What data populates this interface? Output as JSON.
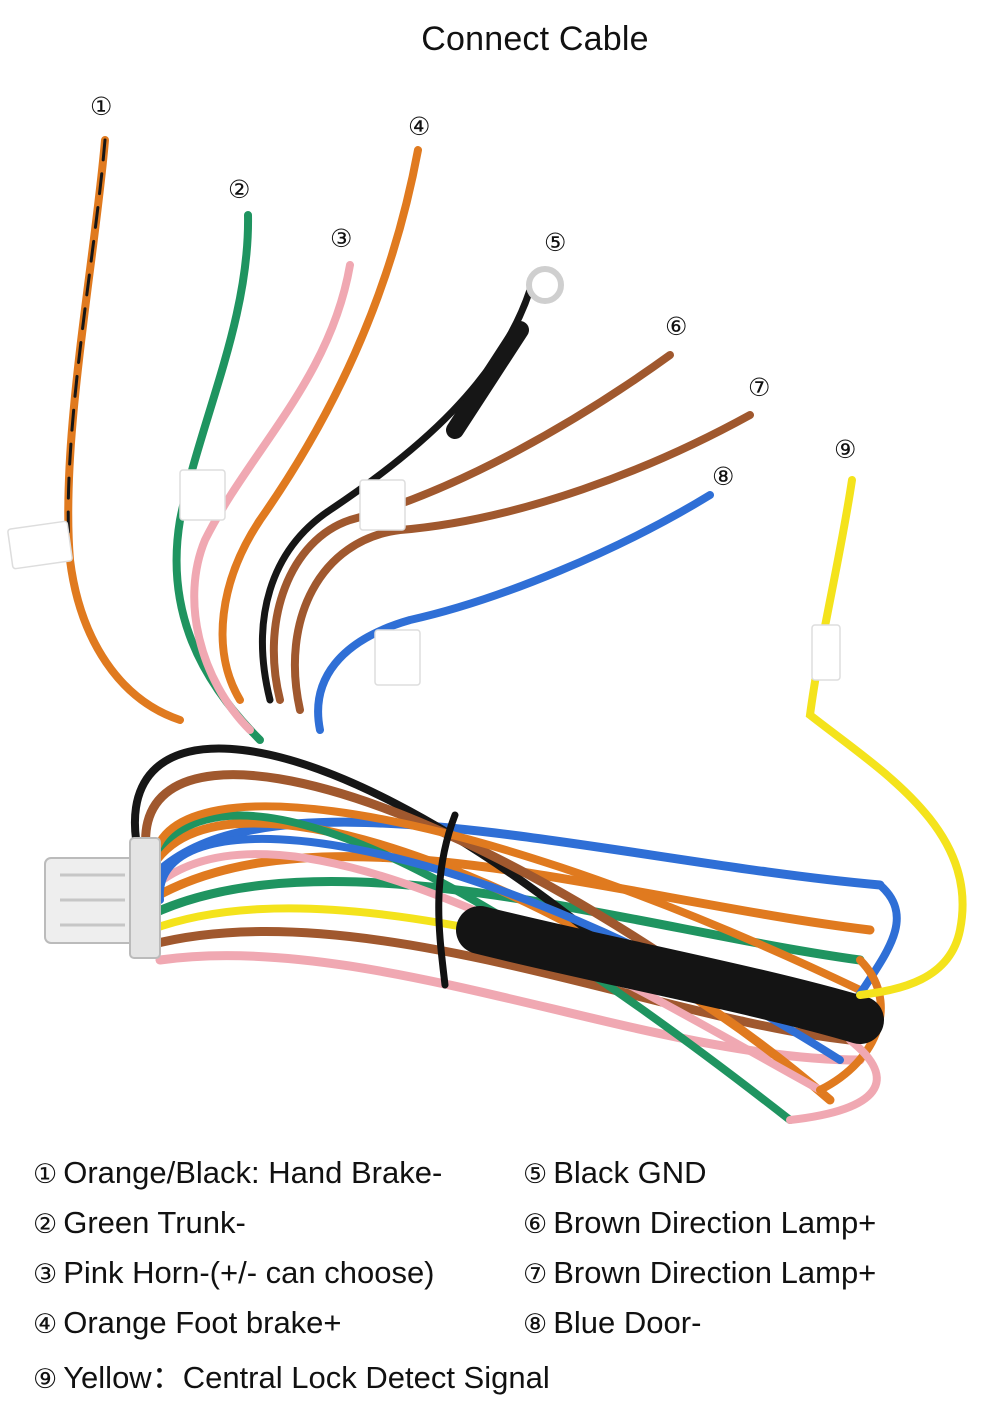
{
  "title": "Connect Cable",
  "wire_numbers": [
    "①",
    "②",
    "③",
    "④",
    "⑤",
    "⑥",
    "⑦",
    "⑧",
    "⑨"
  ],
  "legend": [
    {
      "num": "①",
      "text": "Orange/Black: Hand Brake-"
    },
    {
      "num": "②",
      "text": "Green Trunk-"
    },
    {
      "num": "③",
      "text": "Pink Horn-(+/- can choose)"
    },
    {
      "num": "④",
      "text": "Orange Foot brake+"
    },
    {
      "num": "⑤",
      "text": "Black GND"
    },
    {
      "num": "⑥",
      "text": "Brown Direction Lamp+"
    },
    {
      "num": "⑦",
      "text": "Brown Direction Lamp+"
    },
    {
      "num": "⑧",
      "text": "Blue Door-"
    },
    {
      "num": "⑨",
      "text": "Yellow：Central Lock Detect Signal"
    }
  ],
  "colors": {
    "orange": "#e07a1f",
    "black": "#161616",
    "green": "#1f9460",
    "pink": "#f0a8b2",
    "brown": "#a0582e",
    "blue": "#2f6fd6",
    "yellow": "#f4e31c",
    "connector": "#eeeeee"
  }
}
